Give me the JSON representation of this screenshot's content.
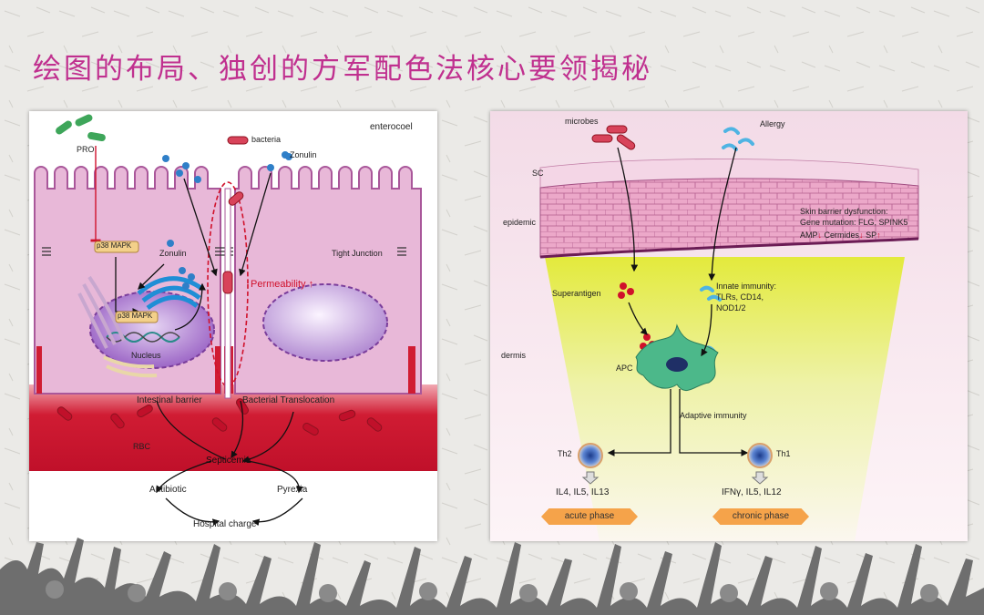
{
  "slide": {
    "title": "绘图的布局、独创的方军配色法核心要领揭秘"
  },
  "left_diagram": {
    "labels": {
      "enterocoel": "enterocoel",
      "pro": "PRO",
      "bacteria": "bacteria",
      "zonulin_top": "Zonulin",
      "p38_top": "p38 MAPK",
      "zonulin_mid": "Zonulin",
      "p38_nucleus": "p38 MAPK",
      "nucleus": "Nucleus",
      "permeability": "Permeability",
      "tight_junction": "Tight Junction",
      "intestinal_barrier": "Intestinal barrier",
      "bacterial_translocation": "Bacterial Translocation",
      "rbc": "RBC",
      "septicemia": "Septicemia",
      "antibiotic": "Antibiotic",
      "pyrexia": "Pyrexia",
      "hospital_charge": "Hospital charge"
    },
    "colors": {
      "cell": "#e8b8d8",
      "membrane": "#a9579a",
      "blood": "#d01c33",
      "nucleus": "#b88fd6"
    }
  },
  "right_diagram": {
    "labels": {
      "microbes": "microbes",
      "allergy": "Allergy",
      "sc": "SC",
      "epidemic": "epidemic",
      "dermis": "dermis",
      "skin_barrier_1": "Skin barrier dysfunction:",
      "skin_barrier_2": "Gene mutation: FLG, SPINK5",
      "amp": "AMP",
      "cermides": "Cermides",
      "sp": "SP",
      "superantigen": "Superantigen",
      "innate_1": "Innate immunity:",
      "innate_2": "TLRs, CD14,",
      "innate_3": "NOD1/2",
      "apc": "APC",
      "adaptive": "Adaptive immunity",
      "th2": "Th2",
      "th1": "Th1",
      "th2_cytokines": "IL4, IL5, IL13",
      "th1_cytokines": "IFNγ, IL5, IL12",
      "acute": "acute phase",
      "chronic": "chronic phase"
    },
    "colors": {
      "epidermis": "#e9a3c6",
      "dermis": "#dde84a",
      "phase": "#f5a34a"
    }
  }
}
